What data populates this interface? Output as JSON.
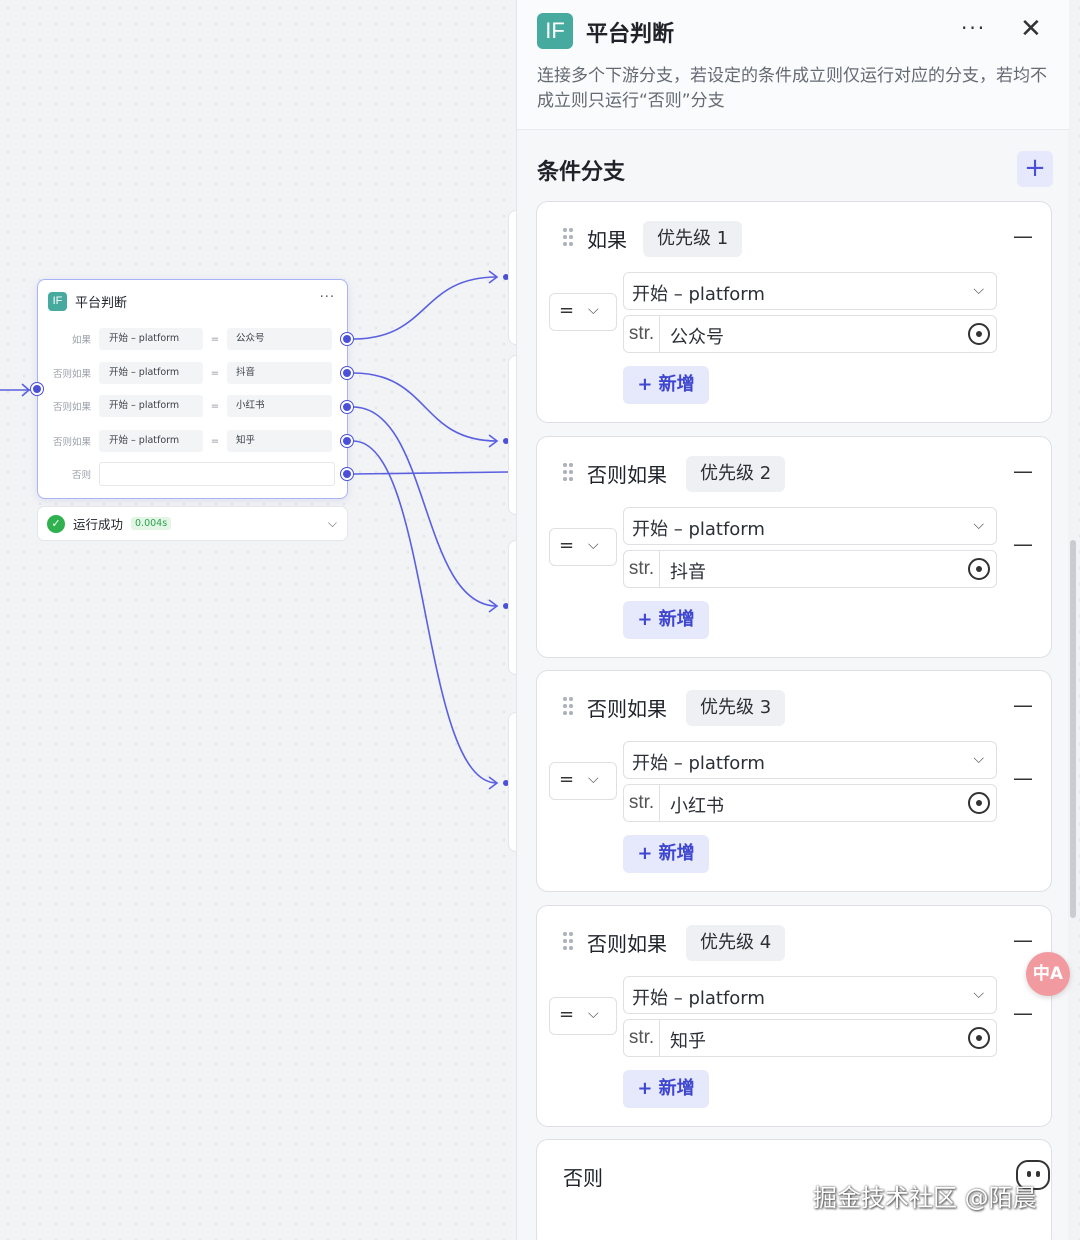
{
  "node": {
    "title": "平台判断",
    "badge": "IF",
    "more": "···",
    "rows": [
      {
        "label": "如果",
        "variable": "开始 – platform",
        "op": "=",
        "value": "公众号"
      },
      {
        "label": "否则如果",
        "variable": "开始 – platform",
        "op": "=",
        "value": "抖音"
      },
      {
        "label": "否则如果",
        "variable": "开始 – platform",
        "op": "=",
        "value": "小红书"
      },
      {
        "label": "否则如果",
        "variable": "开始 – platform",
        "op": "=",
        "value": "知乎"
      }
    ],
    "else_label": "否则"
  },
  "status": {
    "text": "运行成功",
    "time": "0.004s"
  },
  "panel": {
    "badge": "IF",
    "title": "平台判断",
    "more": "···",
    "close": "✕",
    "description": "连接多个下游分支，若设定的条件成立则仅运行对应的分支，若均不成立则只运行“否则”分支",
    "section_title": "条件分支",
    "add_icon": "+",
    "branches": [
      {
        "label": "如果",
        "priority": "优先级 1",
        "op": "=",
        "variable": "开始 – platform",
        "type": "str.",
        "value": "公众号",
        "add_label": "+ 新增"
      },
      {
        "label": "否则如果",
        "priority": "优先级 2",
        "op": "=",
        "variable": "开始 – platform",
        "type": "str.",
        "value": "抖音",
        "add_label": "+ 新增"
      },
      {
        "label": "否则如果",
        "priority": "优先级 3",
        "op": "=",
        "variable": "开始 – platform",
        "type": "str.",
        "value": "小红书",
        "add_label": "+ 新增"
      },
      {
        "label": "否则如果",
        "priority": "优先级 4",
        "op": "=",
        "variable": "开始 – platform",
        "type": "str.",
        "value": "知乎",
        "add_label": "+ 新增"
      }
    ],
    "else_label": "否则"
  },
  "floating": {
    "translate_icon": "中A"
  },
  "watermark": "掘金技术社区 @陌晨",
  "colors": {
    "accent": "#4a51d8",
    "if_badge": "#47aa9f",
    "success": "#2fb14f"
  }
}
